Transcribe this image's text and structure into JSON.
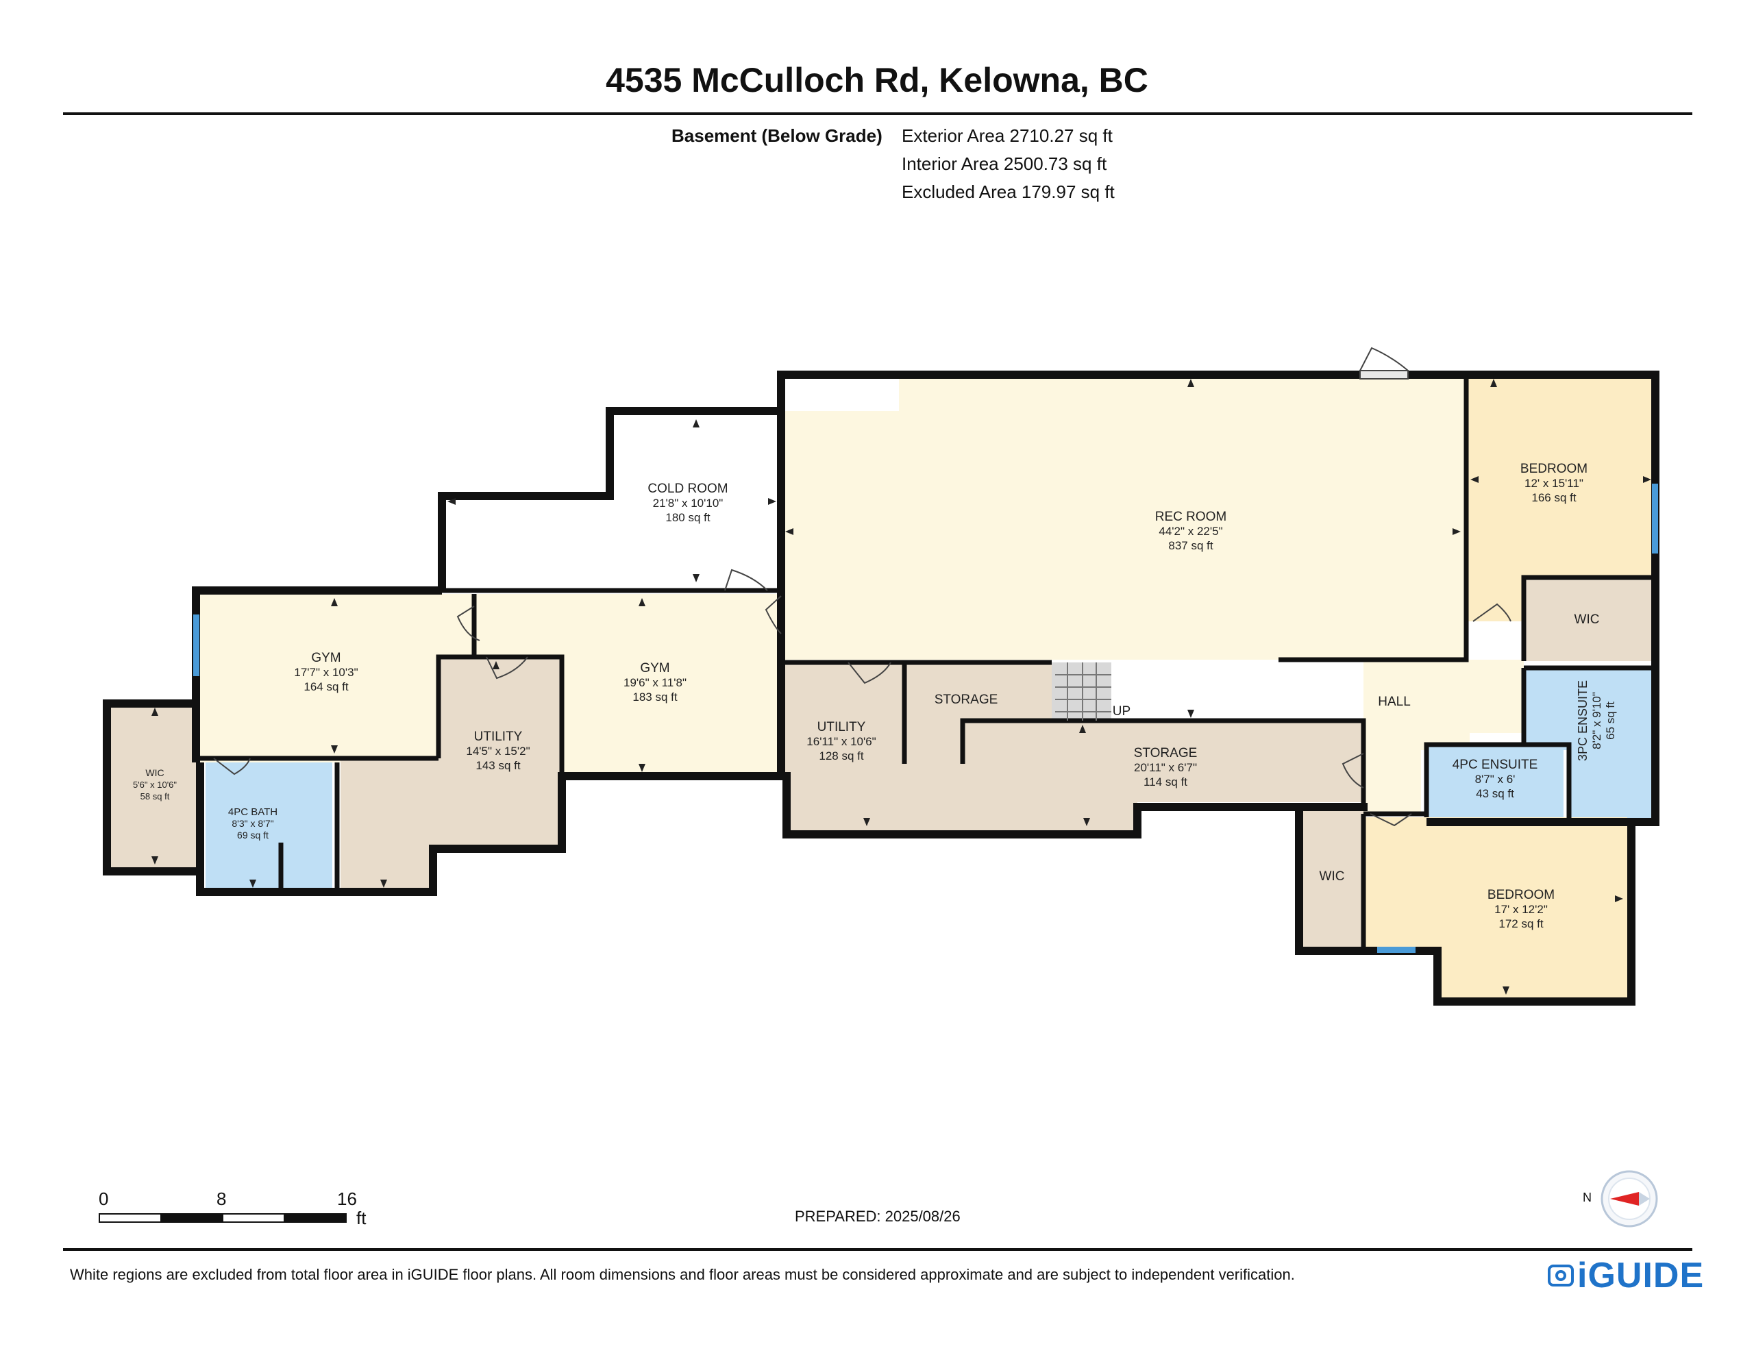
{
  "header": {
    "title": "4535 McCulloch Rd, Kelowna, BC",
    "level_label": "Basement (Below Grade)",
    "exterior_area": "Exterior Area 2710.27 sq ft",
    "interior_area": "Interior Area 2500.73 sq ft",
    "excluded_area": "Excluded Area 179.97 sq ft"
  },
  "colors": {
    "wall": "#111111",
    "living": "#fdf7e0",
    "bedroom": "#fcecc4",
    "utility": "#e8dccb",
    "wet": "#bfdff5",
    "excluded": "#ffffff",
    "window": "#4a9bd8"
  },
  "rooms": {
    "cold_room": {
      "name": "COLD ROOM",
      "dims": "21'8\" x 10'10\"",
      "area": "180 sq ft"
    },
    "rec_room": {
      "name": "REC ROOM",
      "dims": "44'2\" x 22'5\"",
      "area": "837 sq ft"
    },
    "bedroom_1": {
      "name": "BEDROOM",
      "dims": "12' x 15'11\"",
      "area": "166 sq ft"
    },
    "wic_1": {
      "name": "WIC"
    },
    "gym_1": {
      "name": "GYM",
      "dims": "17'7\" x 10'3\"",
      "area": "164 sq ft"
    },
    "gym_2": {
      "name": "GYM",
      "dims": "19'6\" x 11'8\"",
      "area": "183 sq ft"
    },
    "utility_1": {
      "name": "UTILITY",
      "dims": "14'5\" x 15'2\"",
      "area": "143 sq ft"
    },
    "utility_2": {
      "name": "UTILITY",
      "dims": "16'11\" x 10'6\"",
      "area": "128 sq ft"
    },
    "storage_1": {
      "name": "STORAGE"
    },
    "storage_2": {
      "name": "STORAGE",
      "dims": "20'11\" x 6'7\"",
      "area": "114 sq ft"
    },
    "stair_label": "UP",
    "hall": {
      "name": "HALL"
    },
    "wic_2": {
      "name": "WIC",
      "dims": "5'6\" x 10'6\"",
      "area": "58 sq ft"
    },
    "bath_4pc": {
      "name": "4PC BATH",
      "dims": "8'3\" x 8'7\"",
      "area": "69 sq ft"
    },
    "ensuite_4pc": {
      "name": "4PC ENSUITE",
      "dims": "8'7\" x 6'",
      "area": "43 sq ft"
    },
    "ensuite_3pc": {
      "name": "3PC ENSUITE",
      "dims": "8'2\" x 9'10\"",
      "area": "65 sq ft"
    },
    "wic_3": {
      "name": "WIC"
    },
    "bedroom_2": {
      "name": "BEDROOM",
      "dims": "17' x 12'2\"",
      "area": "172 sq ft"
    }
  },
  "scale_bar": {
    "ticks": [
      "0",
      "8",
      "16"
    ],
    "unit": "ft"
  },
  "prepared": "PREPARED: 2025/08/26",
  "compass": {
    "label": "N",
    "icon": "compass-icon"
  },
  "footer": {
    "disclaimer": "White regions are excluded from total floor area in iGUIDE floor plans. All room dimensions and floor areas must be considered approximate and are subject to independent verification.",
    "brand": "iGUIDE"
  }
}
